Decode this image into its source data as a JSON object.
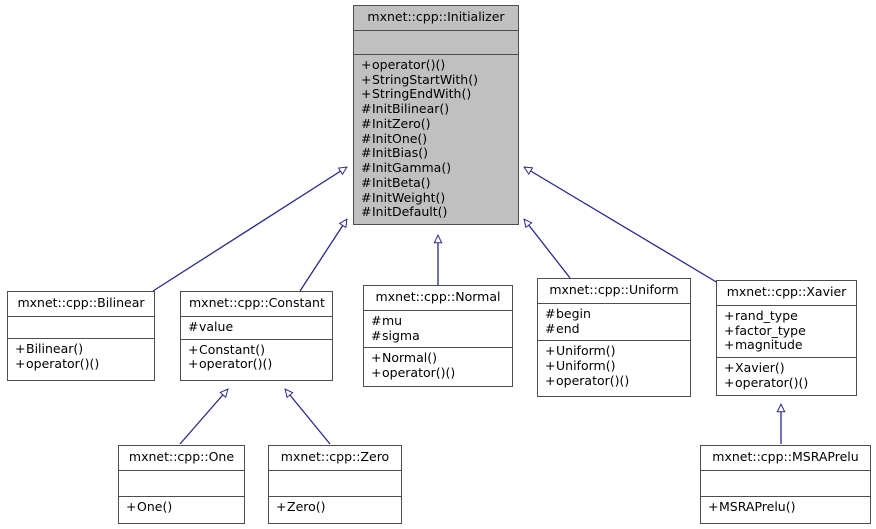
{
  "diagram": {
    "type": "uml-class-inheritance",
    "title": "mxnet::cpp::Initializer inheritance diagram",
    "edge_color": "#27288c",
    "root_fill": "#c0c0c0",
    "box_fill": "#ffffff",
    "border_color": "#4d4d4d",
    "background": "#ffffff"
  },
  "classes": [
    {
      "id": "initializer",
      "name": "mxnet::cpp::Initializer",
      "attributes": [],
      "operations": [
        {
          "vis": "+",
          "label": "operator()()"
        },
        {
          "vis": "+",
          "label": "StringStartWith()"
        },
        {
          "vis": "+",
          "label": "StringEndWith()"
        },
        {
          "vis": "#",
          "label": "InitBilinear()"
        },
        {
          "vis": "#",
          "label": "InitZero()"
        },
        {
          "vis": "#",
          "label": "InitOne()"
        },
        {
          "vis": "#",
          "label": "InitBias()"
        },
        {
          "vis": "#",
          "label": "InitGamma()"
        },
        {
          "vis": "#",
          "label": "InitBeta()"
        },
        {
          "vis": "#",
          "label": "InitWeight()"
        },
        {
          "vis": "#",
          "label": "InitDefault()"
        }
      ]
    },
    {
      "id": "bilinear",
      "name": "mxnet::cpp::Bilinear",
      "attributes": [],
      "operations": [
        {
          "vis": "+",
          "label": "Bilinear()"
        },
        {
          "vis": "+",
          "label": "operator()()"
        }
      ]
    },
    {
      "id": "constant",
      "name": "mxnet::cpp::Constant",
      "attributes": [
        {
          "vis": "#",
          "label": "value"
        }
      ],
      "operations": [
        {
          "vis": "+",
          "label": "Constant()"
        },
        {
          "vis": "+",
          "label": "operator()()"
        }
      ]
    },
    {
      "id": "normal",
      "name": "mxnet::cpp::Normal",
      "attributes": [
        {
          "vis": "#",
          "label": "mu"
        },
        {
          "vis": "#",
          "label": "sigma"
        }
      ],
      "operations": [
        {
          "vis": "+",
          "label": "Normal()"
        },
        {
          "vis": "+",
          "label": "operator()()"
        }
      ]
    },
    {
      "id": "uniform",
      "name": "mxnet::cpp::Uniform",
      "attributes": [
        {
          "vis": "#",
          "label": "begin"
        },
        {
          "vis": "#",
          "label": "end"
        }
      ],
      "operations": [
        {
          "vis": "+",
          "label": "Uniform()"
        },
        {
          "vis": "+",
          "label": "Uniform()"
        },
        {
          "vis": "+",
          "label": "operator()()"
        }
      ]
    },
    {
      "id": "xavier",
      "name": "mxnet::cpp::Xavier",
      "attributes": [
        {
          "vis": "+",
          "label": "rand_type"
        },
        {
          "vis": "+",
          "label": "factor_type"
        },
        {
          "vis": "+",
          "label": "magnitude"
        }
      ],
      "operations": [
        {
          "vis": "+",
          "label": "Xavier()"
        },
        {
          "vis": "+",
          "label": "operator()()"
        }
      ]
    },
    {
      "id": "one",
      "name": "mxnet::cpp::One",
      "attributes": [],
      "operations": [
        {
          "vis": "+",
          "label": "One()"
        }
      ]
    },
    {
      "id": "zero",
      "name": "mxnet::cpp::Zero",
      "attributes": [],
      "operations": [
        {
          "vis": "+",
          "label": "Zero()"
        }
      ]
    },
    {
      "id": "msraprelu",
      "name": "mxnet::cpp::MSRAPrelu",
      "attributes": [],
      "operations": [
        {
          "vis": "+",
          "label": "MSRAPrelu()"
        }
      ]
    }
  ],
  "inheritance": [
    {
      "from": "bilinear",
      "to": "initializer"
    },
    {
      "from": "constant",
      "to": "initializer"
    },
    {
      "from": "normal",
      "to": "initializer"
    },
    {
      "from": "uniform",
      "to": "initializer"
    },
    {
      "from": "xavier",
      "to": "initializer"
    },
    {
      "from": "one",
      "to": "constant"
    },
    {
      "from": "zero",
      "to": "constant"
    },
    {
      "from": "msraprelu",
      "to": "xavier"
    }
  ]
}
